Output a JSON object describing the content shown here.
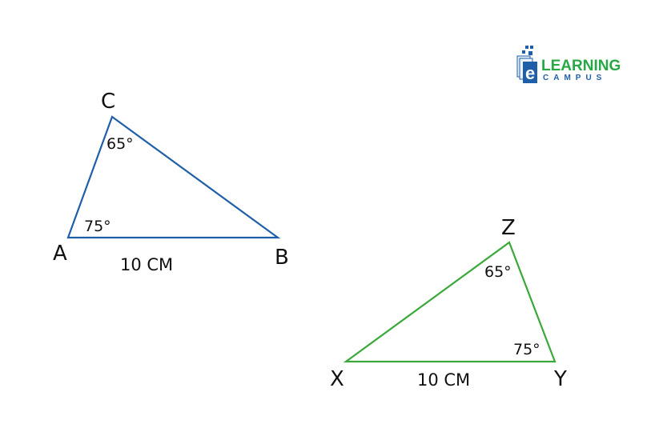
{
  "logo": {
    "letter": "e",
    "line1": "LEARNING",
    "line2": "CAMPUS",
    "colors": {
      "blue": "#1f5fa8",
      "green": "#27a844"
    }
  },
  "triangle1": {
    "color": "#1f5fa8",
    "vertices": {
      "A": "A",
      "B": "B",
      "C": "C"
    },
    "angle_C": "65°",
    "angle_A": "75°",
    "side_AB": "10 CM"
  },
  "triangle2": {
    "color": "#3aa83a",
    "vertices": {
      "X": "X",
      "Y": "Y",
      "Z": "Z"
    },
    "angle_Z": "65°",
    "angle_Y": "75°",
    "side_XY": "10 CM"
  }
}
